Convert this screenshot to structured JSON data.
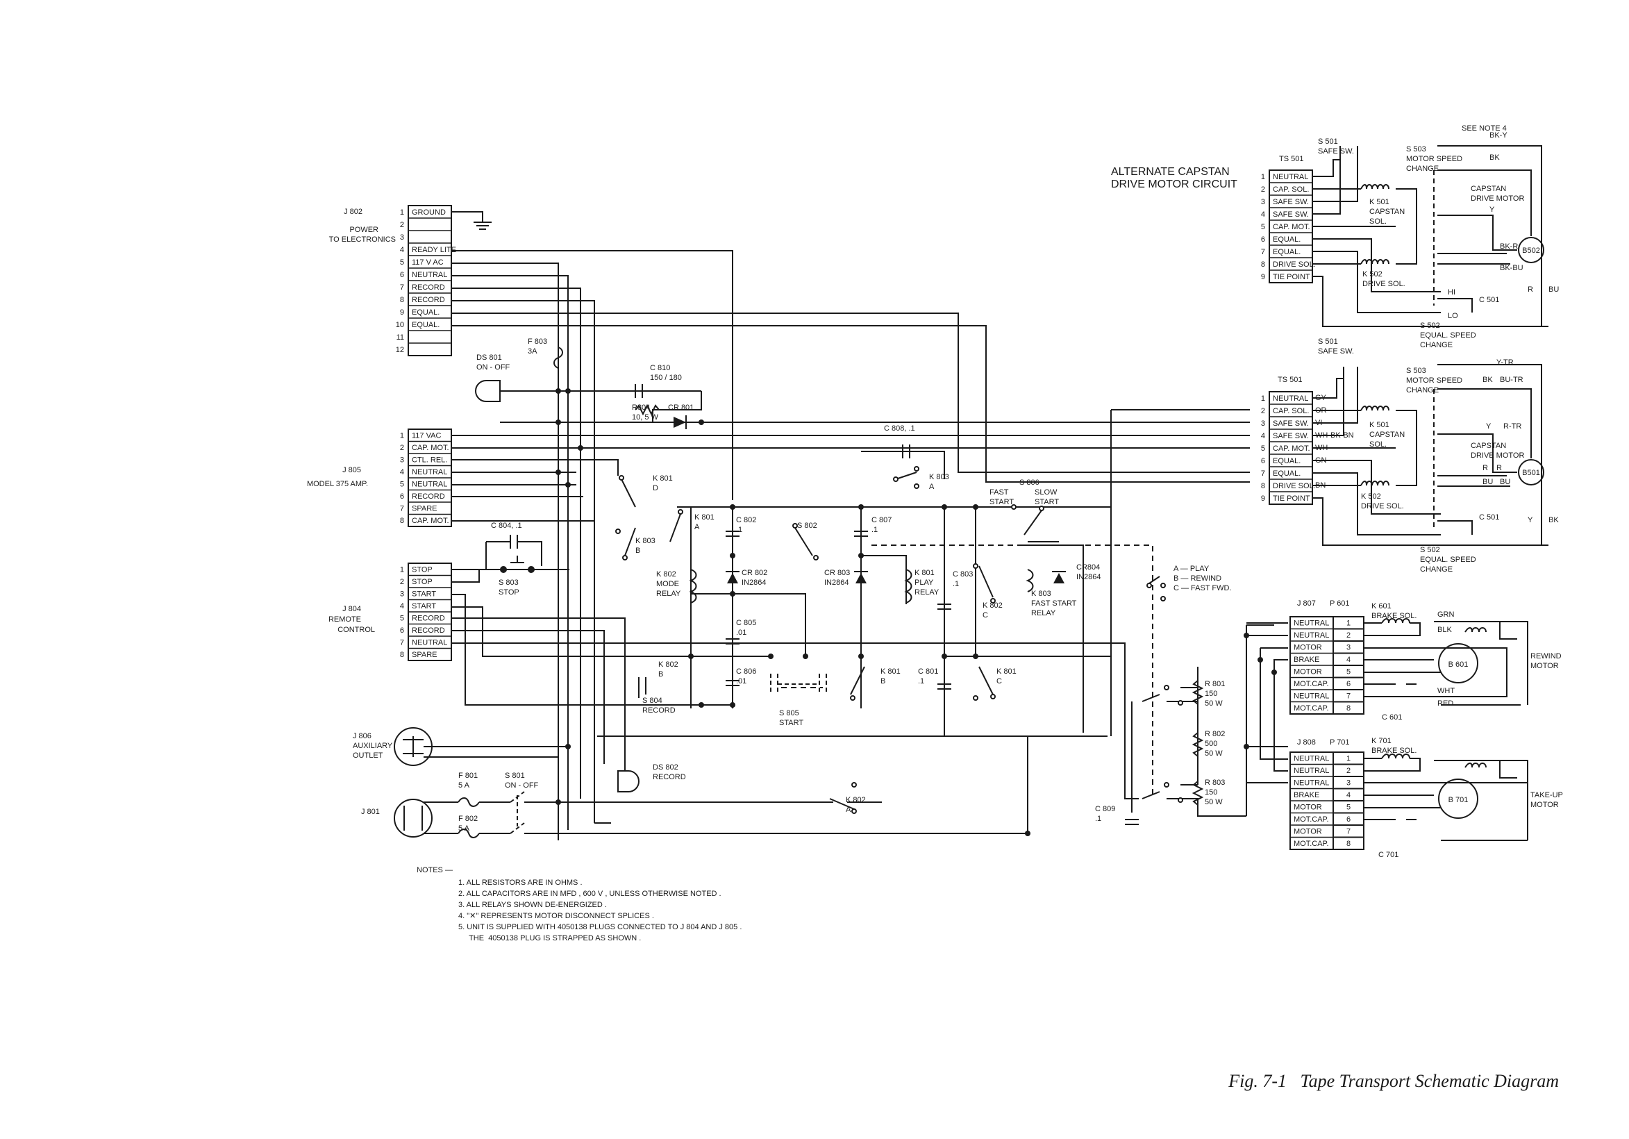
{
  "caption": "Fig. 7-1   Tape Transport Schematic Diagram",
  "alternate_title": [
    "ALTERNATE CAPSTAN",
    "DRIVE MOTOR CIRCUIT"
  ],
  "j802": {
    "ref": "J 802",
    "desc": [
      "POWER",
      "TO ELECTRONICS"
    ],
    "pins": [
      "1",
      "2",
      "3",
      "4",
      "5",
      "6",
      "7",
      "8",
      "9",
      "10",
      "11",
      "12"
    ],
    "rows": [
      "GROUND",
      "",
      "",
      "READY LITE",
      "117 V AC",
      "NEUTRAL",
      "RECORD",
      "RECORD",
      "EQUAL.",
      "EQUAL.",
      "",
      ""
    ]
  },
  "j805": {
    "ref": "J 805",
    "desc": [
      "MODEL 375 AMP."
    ],
    "pins": [
      "1",
      "2",
      "3",
      "4",
      "5",
      "6",
      "7",
      "8"
    ],
    "rows": [
      "117 VAC",
      "CAP. MOT.",
      "CTL. REL.",
      "NEUTRAL",
      "NEUTRAL",
      "RECORD",
      "SPARE",
      "CAP. MOT."
    ]
  },
  "j804": {
    "ref": "J 804",
    "desc": [
      "REMOTE",
      "CONTROL"
    ],
    "pins": [
      "1",
      "2",
      "3",
      "4",
      "5",
      "6",
      "7",
      "8"
    ],
    "rows": [
      "STOP",
      "STOP",
      "START",
      "START",
      "RECORD",
      "RECORD",
      "NEUTRAL",
      "SPARE"
    ]
  },
  "ts501_top": {
    "ref": "TS 501",
    "pins": [
      "1",
      "2",
      "3",
      "4",
      "5",
      "6",
      "7",
      "8",
      "9"
    ],
    "rows": [
      "NEUTRAL",
      "CAP. SOL.",
      "SAFE SW.",
      "SAFE SW.",
      "CAP. MOT.",
      "EQUAL.",
      "EQUAL.",
      "DRIVE SOL.",
      "TIE POINT"
    ]
  },
  "ts501_bot": {
    "ref": "TS 501",
    "pins": [
      "1",
      "2",
      "3",
      "4",
      "5",
      "6",
      "7",
      "8",
      "9"
    ],
    "rows": [
      "NEUTRAL",
      "CAP. SOL.",
      "SAFE SW.",
      "SAFE SW.",
      "CAP. MOT.",
      "EQUAL.",
      "EQUAL.",
      "DRIVE SOL.",
      "TIE POINT"
    ],
    "colors": [
      "GY",
      "OR",
      "VI",
      "WH-BK-BN",
      "WH",
      "GN",
      "",
      "BN",
      ""
    ]
  },
  "j807": {
    "ref": "J 807",
    "plug": "P 601",
    "pins": [
      "1",
      "2",
      "3",
      "4",
      "5",
      "6",
      "7",
      "8"
    ],
    "rows": [
      "NEUTRAL",
      "NEUTRAL",
      "MOTOR",
      "BRAKE",
      "MOTOR",
      "MOT.CAP.",
      "NEUTRAL",
      "MOT.CAP."
    ]
  },
  "j808": {
    "ref": "J 808",
    "plug": "P 701",
    "pins": [
      "1",
      "2",
      "3",
      "4",
      "5",
      "6",
      "7",
      "8"
    ],
    "rows": [
      "NEUTRAL",
      "NEUTRAL",
      "NEUTRAL",
      "BRAKE",
      "MOTOR",
      "MOT.CAP.",
      "MOTOR",
      "MOT.CAP."
    ]
  },
  "labels": {
    "s501_top": [
      "S 501",
      "SAFE SW."
    ],
    "s503_top": [
      "S 503",
      "MOTOR SPEED",
      "CHANGE"
    ],
    "see_note": "SEE NOTE 4",
    "k501_top": [
      "K 501",
      "CAPSTAN",
      "SOL."
    ],
    "k502_top": [
      "K 502",
      "DRIVE SOL."
    ],
    "capstan_top": [
      "CAPSTAN",
      "DRIVE MOTOR"
    ],
    "b502": "B502",
    "c501_top": "C 501",
    "s502_top": [
      "S 502",
      "EQUAL. SPEED",
      "CHANGE"
    ],
    "s501_bot": [
      "S 501",
      "SAFE SW."
    ],
    "s503_bot": [
      "S 503",
      "MOTOR SPEED",
      "CHANGE"
    ],
    "k501_bot": [
      "K 501",
      "CAPSTAN",
      "SOL."
    ],
    "k502_bot": [
      "K 502",
      "DRIVE SOL."
    ],
    "capstan_bot": [
      "CAPSTAN",
      "DRIVE MOTOR"
    ],
    "b501": "B501",
    "c501_bot": "C 501",
    "s502_bot": [
      "S 502",
      "EQUAL. SPEED",
      "CHANGE"
    ],
    "colors_top": [
      "BK-Y",
      "BK",
      "Y",
      "BK-R",
      "BK-BU",
      "R",
      "BU"
    ],
    "colors_bot": [
      "Y-TR",
      "BK",
      "BU-TR",
      "Y",
      "R-TR",
      "R",
      "R",
      "BU",
      "BU",
      "Y",
      "BK"
    ],
    "hi": "HI",
    "lo": "LO",
    "f803": [
      "F 803",
      "3A"
    ],
    "ds801": [
      "DS 801",
      "ON - OFF"
    ],
    "c810": [
      "C 810",
      "150 / 180"
    ],
    "r804": [
      "R804",
      "10, 5 W"
    ],
    "cr801": "CR 801",
    "c808": "C 808, .1",
    "k803a": [
      "K 803",
      "A"
    ],
    "k801d": [
      "K 801",
      "D"
    ],
    "k803b": [
      "K 803",
      "B"
    ],
    "k801a": [
      "K 801",
      "A"
    ],
    "c802": [
      "C 802",
      ".1"
    ],
    "s802": "S 802",
    "c807": [
      "C 807",
      ".1"
    ],
    "k802_relay": [
      "K 802",
      "MODE",
      "RELAY"
    ],
    "cr802": [
      "CR 802",
      "IN2864"
    ],
    "cr803": [
      "CR 803",
      "IN2864"
    ],
    "k801_relay": [
      "K 801",
      "PLAY",
      "RELAY"
    ],
    "c803": [
      "C 803",
      ".1"
    ],
    "fast_start": [
      "FAST",
      "START"
    ],
    "s806": "S 806",
    "slow_start": [
      "SLOW",
      "START"
    ],
    "cr804": [
      "CR804",
      "IN2864"
    ],
    "k802c": [
      "K 802",
      "C"
    ],
    "k803_relay": [
      "K 803",
      "FAST START",
      "RELAY"
    ],
    "c804": "C 804, .1",
    "s803": [
      "S 803",
      "STOP"
    ],
    "c805": [
      "C 805",
      ".01"
    ],
    "c806": [
      "C 806",
      ".01"
    ],
    "k802b": [
      "K 802",
      "B"
    ],
    "s804": [
      "S 804",
      "RECORD"
    ],
    "s805": [
      "S 805",
      "START"
    ],
    "k801b": [
      "K 801",
      "B"
    ],
    "c801": [
      "C 801",
      ".1"
    ],
    "k801c": [
      "K 801",
      "C"
    ],
    "modes": [
      "A — PLAY",
      "B — REWIND",
      "C — FAST FWD."
    ],
    "r801": [
      "R 801",
      "150",
      "50 W"
    ],
    "r802": [
      "R 802",
      "500",
      "50 W"
    ],
    "r803": [
      "R 803",
      "150",
      "50 W"
    ],
    "j806": [
      "J 806",
      "AUXILIARY",
      "OUTLET"
    ],
    "ds802": [
      "DS 802",
      "RECORD"
    ],
    "f801": [
      "F 801",
      "5 A"
    ],
    "f802": [
      "F 802",
      "5 A"
    ],
    "s801": [
      "S 801",
      "ON - OFF"
    ],
    "j801": "J 801",
    "k802a": [
      "K 802",
      "A"
    ],
    "c809": [
      "C 809",
      ".1"
    ],
    "k601": [
      "K 601",
      "BRAKE SOL."
    ],
    "grn": "GRN",
    "blk": "BLK",
    "wht": "WHT",
    "red": "RED",
    "b601": "B 601",
    "rewind_motor": [
      "REWIND",
      "MOTOR"
    ],
    "c601": "C 601",
    "k701": [
      "K 701",
      "BRAKE SOL."
    ],
    "b701": "B 701",
    "takeup_motor": [
      "TAKE-UP",
      "MOTOR"
    ],
    "c701": "C 701"
  },
  "notes": {
    "title": "NOTES —",
    "items": [
      "1.  ALL RESISTORS ARE IN OHMS .",
      "2.  ALL CAPACITORS ARE IN MFD , 600 V , UNLESS OTHERWISE NOTED .",
      "3.  ALL RELAYS SHOWN DE-ENERGIZED .",
      "4.  \"✕\" REPRESENTS MOTOR DISCONNECT SPLICES .",
      "5.  UNIT IS SUPPLIED WITH  4050138 PLUGS CONNECTED TO J 804 AND J 805 .",
      "     THE  4050138 PLUG IS STRAPPED AS SHOWN ."
    ]
  }
}
